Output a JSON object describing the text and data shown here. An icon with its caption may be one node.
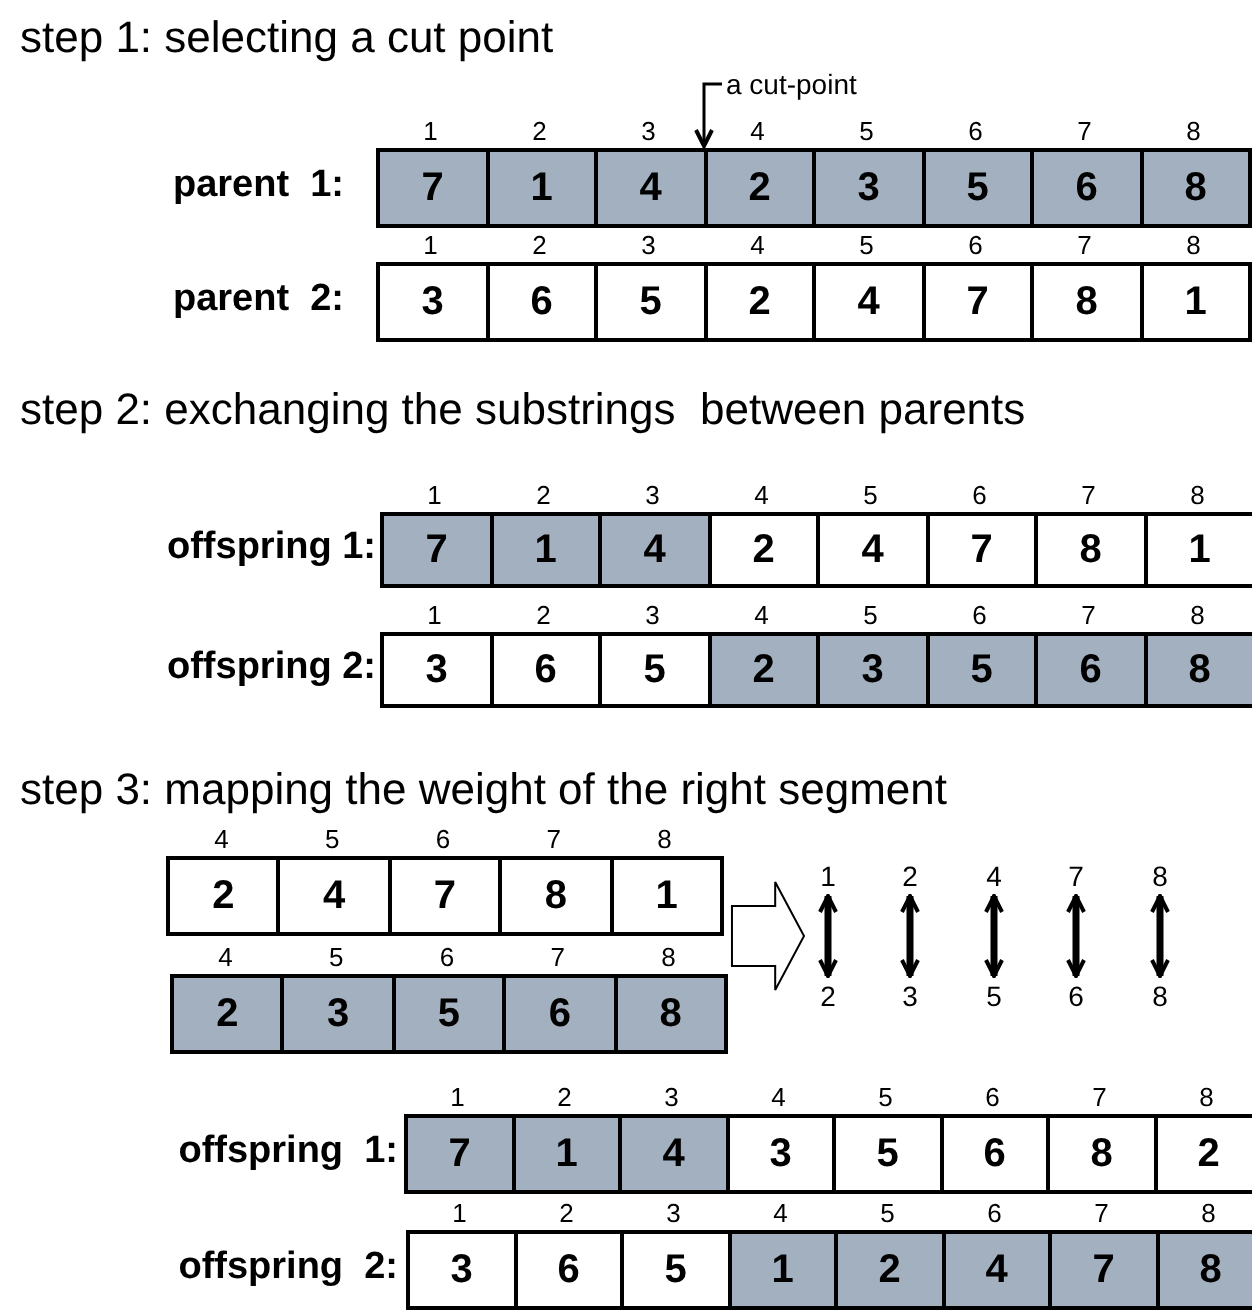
{
  "diagram": {
    "nodes": [
      {
        "text": [
          "a cut-point"
        ]
      },
      {
        "text": [
          "7"
        ]
      },
      {
        "text": [
          "1"
        ]
      },
      {
        "text": [
          "4"
        ]
      },
      {
        "text": [
          "2"
        ]
      },
      {
        "text": [
          "3"
        ]
      },
      {
        "text": [
          "5"
        ]
      },
      {
        "text": [
          "6"
        ]
      },
      {
        "text": [
          "8"
        ]
      },
      {
        "text": [
          "3"
        ]
      },
      {
        "text": [
          "6"
        ]
      },
      {
        "text": [
          "5"
        ]
      },
      {
        "text": [
          "2"
        ]
      },
      {
        "text": [
          "4"
        ]
      },
      {
        "text": [
          "7"
        ]
      },
      {
        "text": [
          "8"
        ]
      },
      {
        "text": [
          "1"
        ]
      },
      {
        "text": [
          "7"
        ]
      },
      {
        "text": [
          "1"
        ]
      },
      {
        "text": [
          "4"
        ]
      },
      {
        "text": [
          "2"
        ]
      },
      {
        "text": [
          "4"
        ]
      },
      {
        "text": [
          "7"
        ]
      },
      {
        "text": [
          "8"
        ]
      },
      {
        "text": [
          "1"
        ]
      },
      {
        "text": [
          "3"
        ]
      },
      {
        "text": [
          "6"
        ]
      },
      {
        "text": [
          "5"
        ]
      },
      {
        "text": [
          "2"
        ]
      },
      {
        "text": [
          "3"
        ]
      },
      {
        "text": [
          "5"
        ]
      },
      {
        "text": [
          "6"
        ]
      },
      {
        "text": [
          "8"
        ]
      },
      {
        "text": [
          "2"
        ]
      },
      {
        "text": [
          "4"
        ]
      },
      {
        "text": [
          "7"
        ]
      },
      {
        "text": [
          "8"
        ]
      },
      {
        "text": [
          "1"
        ]
      },
      {
        "text": [
          "2"
        ]
      },
      {
        "text": [
          "3"
        ]
      },
      {
        "text": [
          "5"
        ]
      },
      {
        "text": [
          "6"
        ]
      },
      {
        "text": [
          "8"
        ]
      },
      {
        "text": [
          "1"
        ]
      },
      {
        "text": [
          "2"
        ]
      },
      {
        "text": [
          "4"
        ]
      },
      {
        "text": [
          "7"
        ]
      },
      {
        "text": [
          "8"
        ]
      },
      {
        "text": [
          "2"
        ]
      },
      {
        "text": [
          "3"
        ]
      },
      {
        "text": [
          "5"
        ]
      },
      {
        "text": [
          "6"
        ]
      },
      {
        "text": [
          "8"
        ]
      },
      {
        "text": [
          "7"
        ]
      },
      {
        "text": [
          "1"
        ]
      },
      {
        "text": [
          "4"
        ]
      },
      {
        "text": [
          "3"
        ]
      },
      {
        "text": [
          "5"
        ]
      },
      {
        "text": [
          "6"
        ]
      },
      {
        "text": [
          "8"
        ]
      },
      {
        "text": [
          "2"
        ]
      },
      {
        "text": [
          "3"
        ]
      },
      {
        "text": [
          "6"
        ]
      },
      {
        "text": [
          "5"
        ]
      },
      {
        "text": [
          "1"
        ]
      },
      {
        "text": [
          "2"
        ]
      },
      {
        "text": [
          "4"
        ]
      },
      {
        "text": [
          "7"
        ]
      },
      {
        "text": [
          "8"
        ]
      }
    ],
    "edges": [
      {
        "from": 0,
        "to": null,
        "arrow": "to"
      },
      {
        "from": 43,
        "to": 48,
        "arrow": "both"
      },
      {
        "from": 44,
        "to": 49,
        "arrow": "both"
      },
      {
        "from": 45,
        "to": 50,
        "arrow": "both"
      },
      {
        "from": 46,
        "to": 51,
        "arrow": "both"
      },
      {
        "from": 47,
        "to": 52,
        "arrow": "both"
      },
      {
        "from": 42,
        "to": 43,
        "arrow": "to"
      }
    ],
    "labels": [
      "step 1: selecting a cut point",
      "1",
      "2",
      "3",
      "4",
      "5",
      "6",
      "7",
      "8",
      "parent  1:",
      "1",
      "2",
      "3",
      "4",
      "5",
      "6",
      "7",
      "8",
      "parent  2:",
      "step 2: exchanging the substrings  between parents",
      "1",
      "2",
      "3",
      "4",
      "5",
      "6",
      "7",
      "8",
      "offspring 1:",
      "1",
      "2",
      "3",
      "4",
      "5",
      "6",
      "7",
      "8",
      "offspring 2:",
      "step 3: mapping the weight of the right segment",
      "4",
      "5",
      "6",
      "7",
      "8",
      "4",
      "5",
      "6",
      "7",
      "8",
      "1",
      "2",
      "3",
      "4",
      "5",
      "6",
      "7",
      "8",
      "offspring  1:",
      "1",
      "2",
      "3",
      "4",
      "5",
      "6",
      "7",
      "8",
      "offspring  2:"
    ]
  }
}
